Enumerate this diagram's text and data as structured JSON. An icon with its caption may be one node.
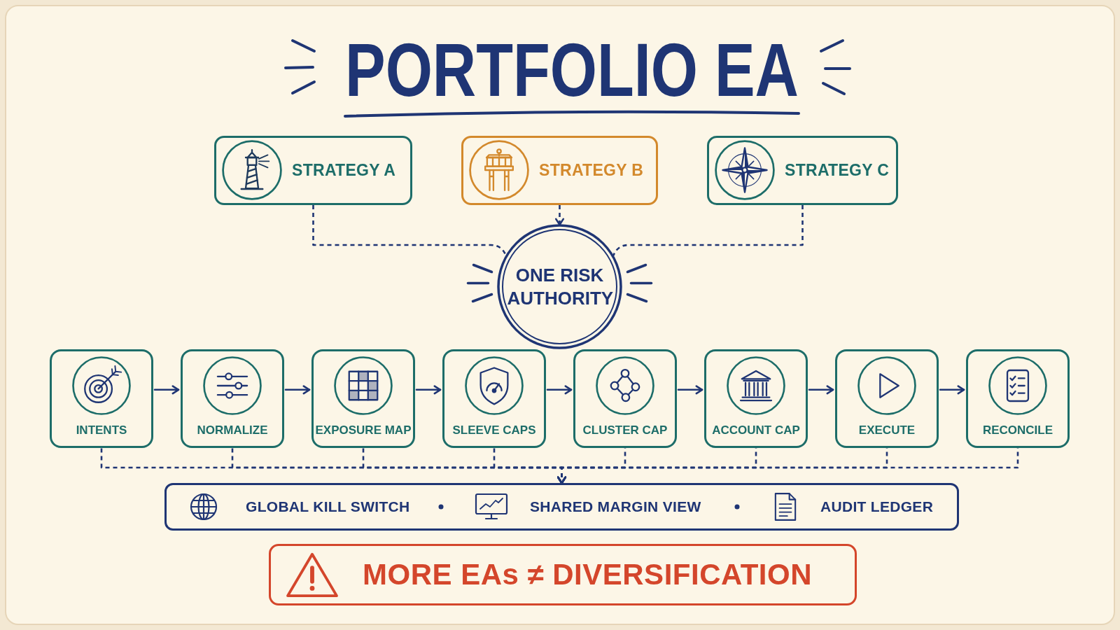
{
  "diagram": {
    "title": "PORTFOLIO EA",
    "nodes": [
      {
        "text": [
          "STRATEGY A"
        ]
      },
      {
        "text": [
          "STRATEGY B"
        ]
      },
      {
        "text": [
          "STRATEGY C"
        ]
      },
      {
        "text": [
          "ONE RISK AUTHORITY"
        ]
      },
      {
        "text": [
          "INTENTS"
        ]
      },
      {
        "text": [
          "NORMALIZE"
        ]
      },
      {
        "text": [
          "EXPOSURE MAP"
        ]
      },
      {
        "text": [
          "SLEEVE CAPS"
        ]
      },
      {
        "text": [
          "CLUSTER CAP"
        ]
      },
      {
        "text": [
          "ACCOUNT CAP"
        ]
      },
      {
        "text": [
          "EXECUTE"
        ]
      },
      {
        "text": [
          "RECONCILE"
        ]
      },
      {
        "text": [
          "GLOBAL KILL SWITCH",
          "SHARED MARGIN VIEW",
          "AUDIT LEDGER"
        ]
      },
      {
        "text": [
          "MORE EAs ≠ DIVERSIFICATION"
        ]
      }
    ],
    "edges": [
      {
        "from": 0,
        "to": 3,
        "arrow": "none",
        "style": "dashed"
      },
      {
        "from": 1,
        "to": 3,
        "arrow": "to",
        "style": "dashed"
      },
      {
        "from": 2,
        "to": 3,
        "arrow": "none",
        "style": "dashed"
      },
      {
        "from": 4,
        "to": 5,
        "arrow": "to"
      },
      {
        "from": 5,
        "to": 6,
        "arrow": "to"
      },
      {
        "from": 6,
        "to": 7,
        "arrow": "to"
      },
      {
        "from": 7,
        "to": 8,
        "arrow": "to"
      },
      {
        "from": 8,
        "to": 9,
        "arrow": "to"
      },
      {
        "from": 9,
        "to": 10,
        "arrow": "to"
      },
      {
        "from": 10,
        "to": 11,
        "arrow": "to"
      },
      {
        "from": 4,
        "to": 12,
        "arrow": "to",
        "style": "dashed"
      },
      {
        "from": 5,
        "to": 12,
        "arrow": "to",
        "style": "dashed"
      },
      {
        "from": 6,
        "to": 12,
        "arrow": "to",
        "style": "dashed"
      },
      {
        "from": 7,
        "to": 12,
        "arrow": "to",
        "style": "dashed"
      },
      {
        "from": 8,
        "to": 12,
        "arrow": "to",
        "style": "dashed"
      },
      {
        "from": 9,
        "to": 12,
        "arrow": "to",
        "style": "dashed"
      },
      {
        "from": 10,
        "to": 12,
        "arrow": "to",
        "style": "dashed"
      },
      {
        "from": 11,
        "to": 12,
        "arrow": "to",
        "style": "dashed"
      }
    ]
  }
}
